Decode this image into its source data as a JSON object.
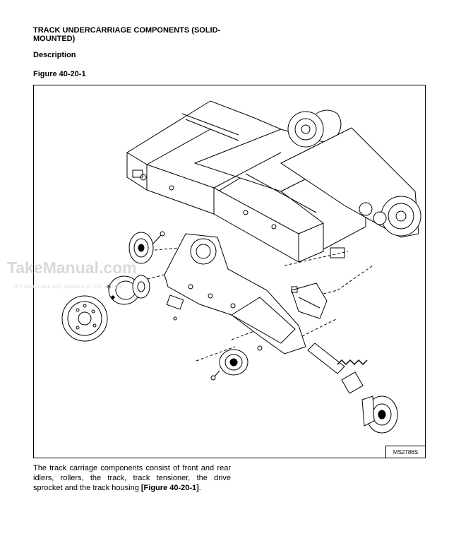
{
  "heading": "TRACK UNDERCARRIAGE COMPONENTS (SOLID-MOUNTED)",
  "subheading": "Description",
  "figure_label": "Figure 40-20-1",
  "figure_code": "MS2786S",
  "watermark": {
    "title": "TakeManual.com",
    "subtitle": "The watermark only appears on this sample"
  },
  "body": {
    "text": "The track carriage components consist of front and rear idlers, rollers, the track, track tensioner, the drive sprocket and the track housing ",
    "reference": "[Figure 40-20-1]",
    "end": "."
  }
}
